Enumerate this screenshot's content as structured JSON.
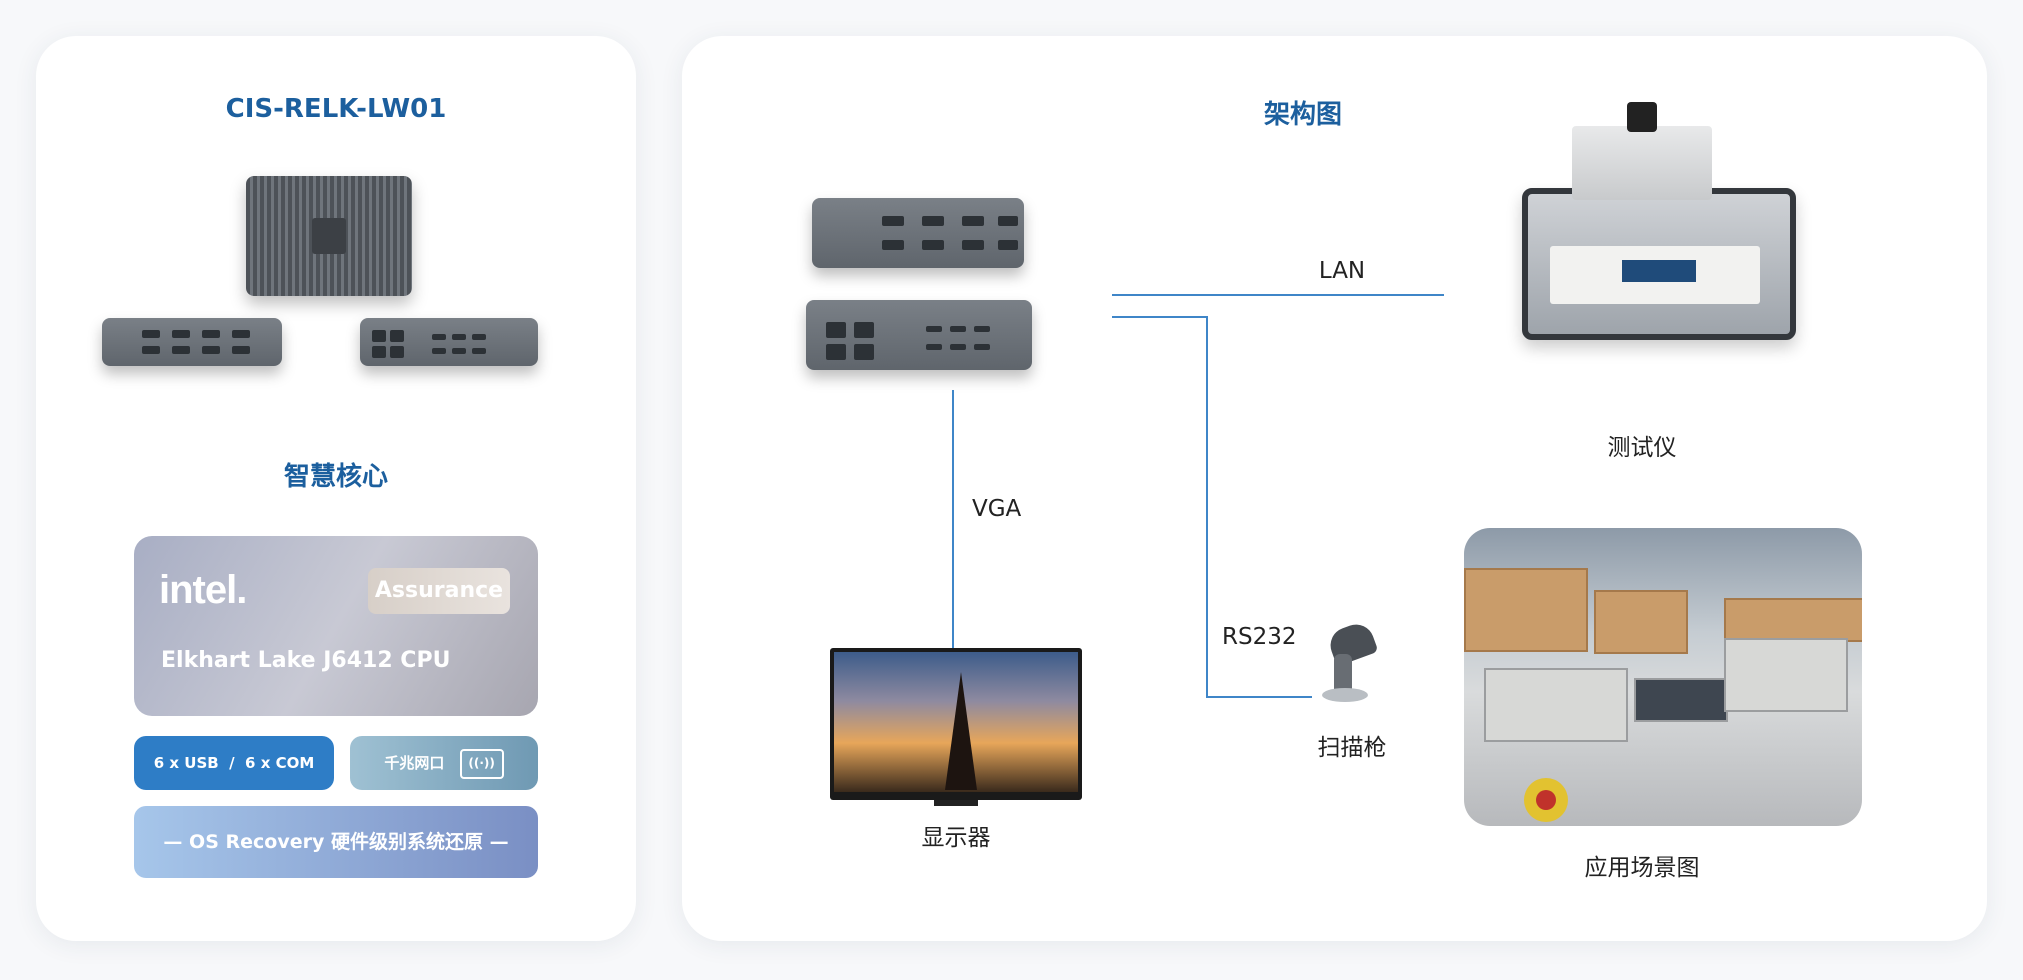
{
  "left_panel": {
    "product_title": "CIS-RELK-LW01",
    "section_title": "智慧核心",
    "intel_card": {
      "logo": "intel.",
      "badge": "Assurance",
      "cpu": "Elkhart Lake J6412 CPU"
    },
    "pills": {
      "usb_com": "6 x USB  /  6 x COM",
      "lan": "千兆网口",
      "lan_icon": "((·))",
      "os_recovery": "— OS Recovery 硬件级别系统还原 —"
    }
  },
  "right_panel": {
    "title": "架构图",
    "labels": {
      "lan": "LAN",
      "vga": "VGA",
      "rs232": "RS232",
      "tester": "测试仪",
      "scanner": "扫描枪",
      "monitor": "显示器",
      "scene": "应用场景图"
    }
  },
  "colors": {
    "accent": "#1c5f9e",
    "line": "#3f86c8",
    "usb_pill": "#2e7dc6"
  }
}
